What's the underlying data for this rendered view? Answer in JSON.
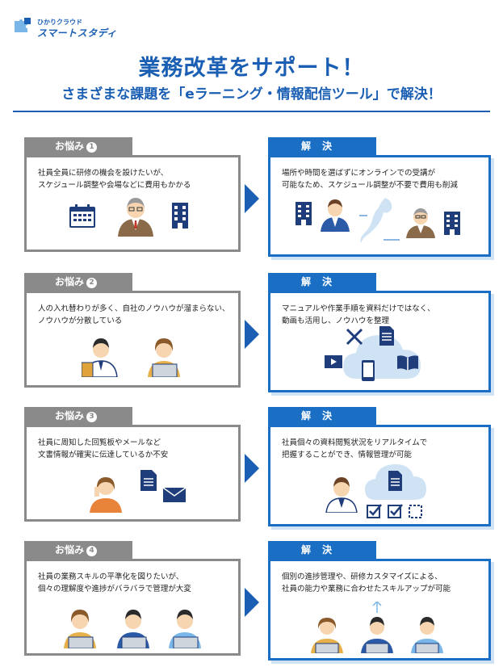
{
  "logo": {
    "small": "ひかりクラウド",
    "main": "スマートスタディ"
  },
  "title": "業務改革をサポート！",
  "subtitle": "さまざまな課題を「eラーニング・情報配信ツール」で解決！",
  "colors": {
    "brand": "#1a5fb4",
    "problem_gray": "#8a8a8a",
    "solution_blue": "#1a6fc4",
    "shadow": "#cfe3f5"
  },
  "rows": [
    {
      "problem": {
        "tab": "お悩み",
        "num": "1",
        "lines": [
          "社員全員に研修の機会を設けたいが、",
          "スケジュール調整や会場などに費用もかかる"
        ],
        "icons": [
          "calendar-icon",
          "manager-person",
          "building-icon"
        ]
      },
      "solution": {
        "tab": "解決",
        "lines": [
          "場所や時間を選ばずにオンラインでの受講が",
          "可能なため、スケジュール調整が不要で費用も削減"
        ],
        "icons": [
          "building-icon",
          "employee-person",
          "japan-map",
          "manager-person",
          "building-icon"
        ]
      }
    },
    {
      "problem": {
        "tab": "お悩み",
        "num": "2",
        "lines": [
          "人の入れ替わりが多く、自社のノウハウが溜まらない、",
          "ノウハウが分散している"
        ],
        "icons": [
          "person-with-files",
          "person-at-laptop"
        ]
      },
      "solution": {
        "tab": "解決",
        "lines": [
          "マニュアルや作業手順を資料だけではなく、",
          "動画も活用し、ノウハウを整理"
        ],
        "icons": [
          "tools-icon",
          "document-icon",
          "video-icon",
          "cloud-icon",
          "smartphone-icon",
          "book-icon"
        ]
      }
    },
    {
      "problem": {
        "tab": "お悩み",
        "num": "3",
        "lines": [
          "社員に周知した回覧板やメールなど",
          "文書情報が確実に伝達しているか不安"
        ],
        "icons": [
          "worried-person",
          "document-icon",
          "mail-icon"
        ]
      },
      "solution": {
        "tab": "解決",
        "lines": [
          "社員個々の資料閲覧状況をリアルタイムで",
          "把握することができ、情報管理が可能"
        ],
        "icons": [
          "employee-person",
          "cloud-document-icon",
          "checkbox-icon"
        ]
      }
    },
    {
      "problem": {
        "tab": "お悩み",
        "num": "4",
        "lines": [
          "社員の業務スキルの平準化を図りたいが、",
          "個々の理解度や進捗がバラバラで管理が大変"
        ],
        "icons": [
          "person-at-laptop",
          "person-at-laptop",
          "person-at-laptop"
        ]
      },
      "solution": {
        "tab": "解決",
        "lines": [
          "個別の進捗管理や、研修カスタマイズによる、",
          "社員の能力や業務に合わせたスキルアップが可能"
        ],
        "icons": [
          "person-at-laptop",
          "person-at-laptop",
          "person-at-laptop"
        ]
      }
    }
  ]
}
